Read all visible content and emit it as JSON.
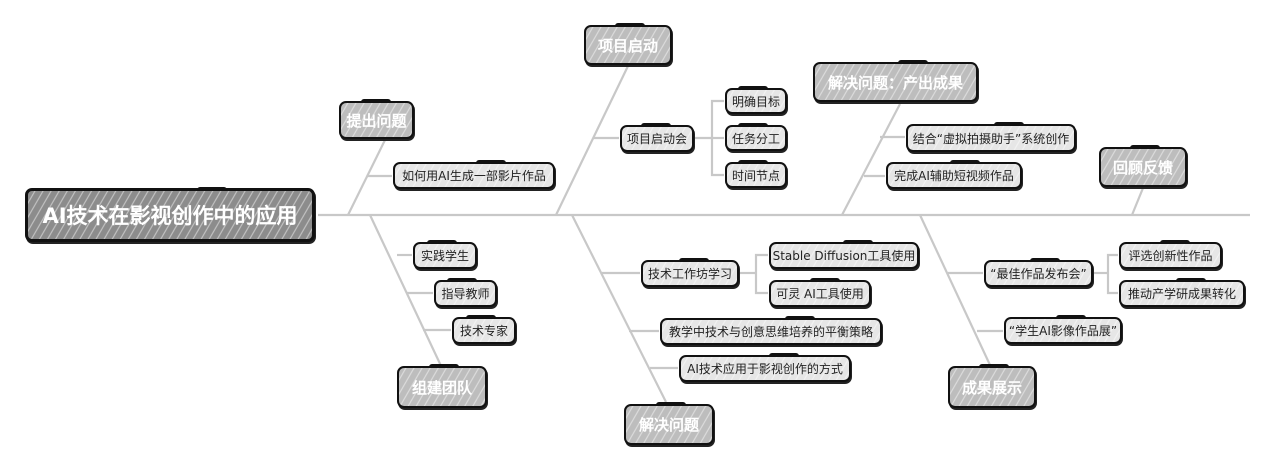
{
  "diagram_type": "fishbone",
  "root": {
    "label": "AI技术在影视创作中的应用"
  },
  "branches": [
    {
      "label": "提出问题",
      "position": "top",
      "children": [
        {
          "label": "如何用AI生成一部影片作品"
        }
      ]
    },
    {
      "label": "项目启动",
      "position": "top",
      "children": [
        {
          "label": "项目启动会",
          "children": [
            {
              "label": "明确目标"
            },
            {
              "label": "任务分工"
            },
            {
              "label": "时间节点"
            }
          ]
        }
      ]
    },
    {
      "label": "解决问题：产出成果",
      "position": "top",
      "children": [
        {
          "label": "结合“虚拟拍摄助手”系统创作"
        },
        {
          "label": "完成AI辅助短视频作品"
        }
      ]
    },
    {
      "label": "回顾反馈",
      "position": "top",
      "children": []
    },
    {
      "label": "组建团队",
      "position": "bottom",
      "children": [
        {
          "label": "实践学生"
        },
        {
          "label": "指导教师"
        },
        {
          "label": "技术专家"
        }
      ]
    },
    {
      "label": "解决问题",
      "position": "bottom",
      "children": [
        {
          "label": "技术工作坊学习",
          "children": [
            {
              "label": "Stable Diffusion工具使用"
            },
            {
              "label": "可灵 AI工具使用"
            }
          ]
        },
        {
          "label": "教学中技术与创意思维培养的平衡策略"
        },
        {
          "label": "AI技术应用于影视创作的方式"
        }
      ]
    },
    {
      "label": "成果展示",
      "position": "bottom",
      "children": [
        {
          "label": "“最佳作品发布会”",
          "children": [
            {
              "label": "评选创新性作品"
            },
            {
              "label": "推动产学研成果转化"
            }
          ]
        },
        {
          "label": "“学生AI影像作品展”"
        }
      ]
    }
  ],
  "colors": {
    "root_fill": "#8c8c8c",
    "main_fill": "#bdbdbd",
    "sub_fill": "#e6e6e6",
    "line": "#c8c8c8",
    "border": "#111111"
  }
}
